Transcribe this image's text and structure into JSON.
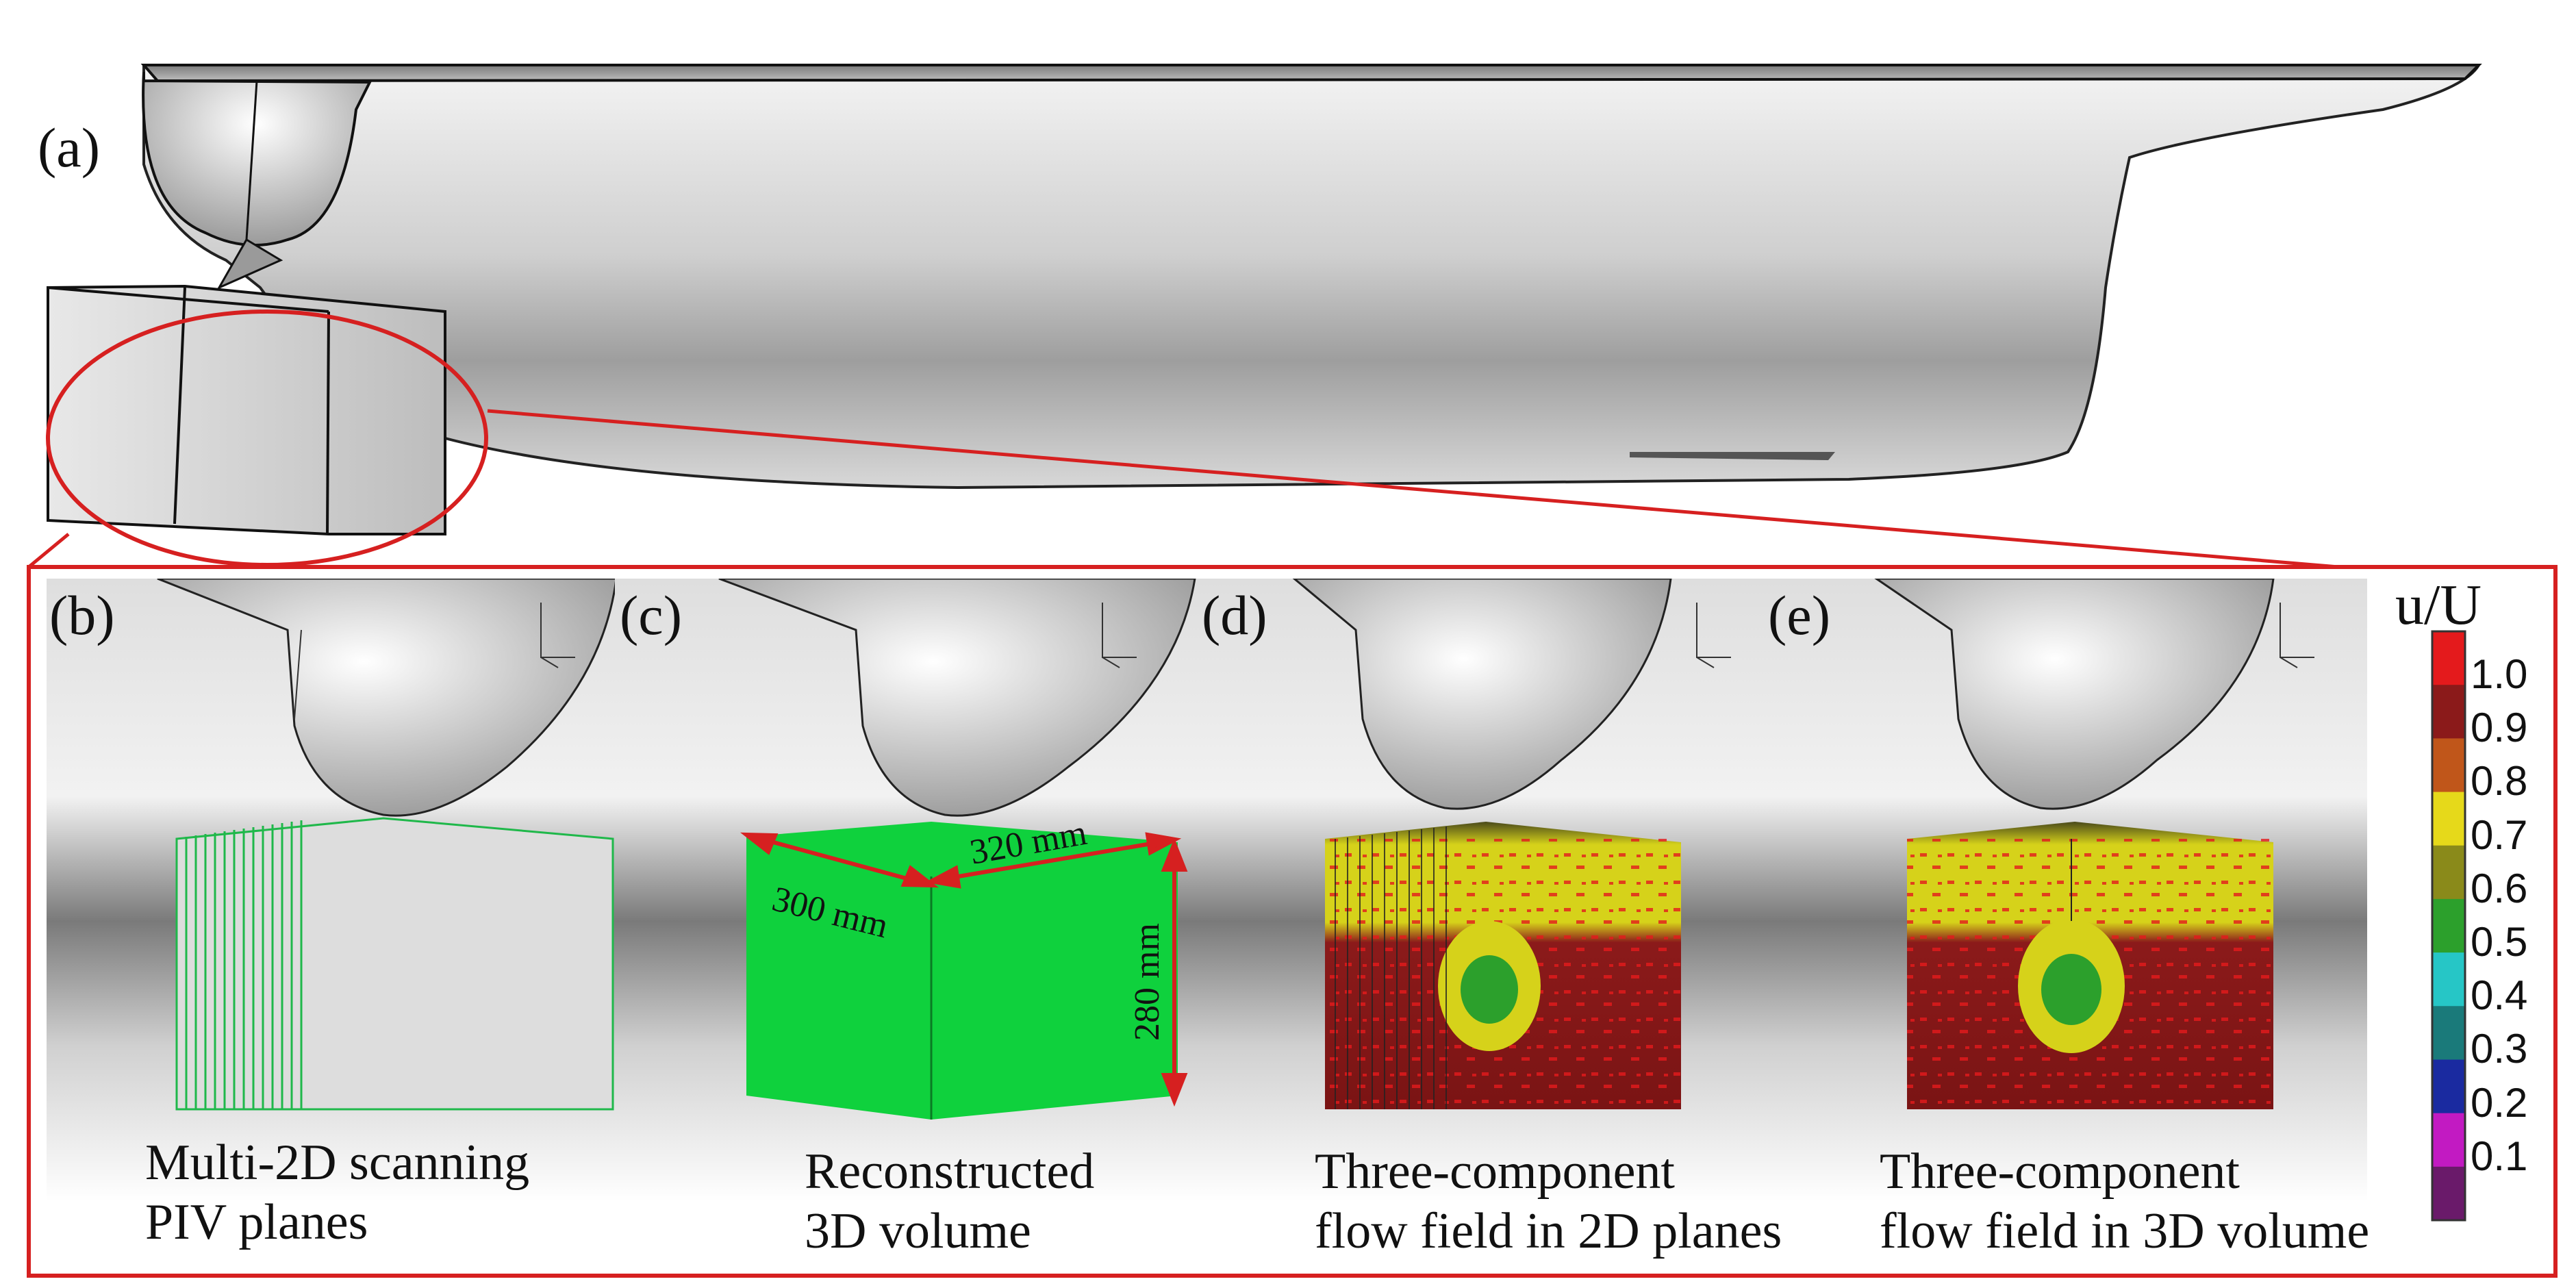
{
  "panels": {
    "a": "(a)",
    "b": "(b)",
    "c": "(c)",
    "d": "(d)",
    "e": "(e)"
  },
  "captions": {
    "b": [
      "Multi-2D scanning",
      "PIV planes"
    ],
    "c": [
      "Reconstructed",
      "3D volume"
    ],
    "d": [
      "Three-component",
      "flow field in 2D planes"
    ],
    "e": [
      "Three-component",
      "flow field in 3D volume"
    ]
  },
  "dimensions": {
    "length": "300 mm",
    "width": "320 mm",
    "height": "280 mm"
  },
  "colorbar": {
    "title": "u/U",
    "ticks": [
      "1.0",
      "0.9",
      "0.8",
      "0.7",
      "0.6",
      "0.5",
      "0.4",
      "0.3",
      "0.2",
      "0.1"
    ],
    "colors": [
      "#e41a1c",
      "#8b1a1a",
      "#c0561a",
      "#e6d91a",
      "#8a8a1a",
      "#2ca02c",
      "#26c6c6",
      "#1a7a7a",
      "#1a2aa0",
      "#c21ac2",
      "#6a1a6a"
    ]
  },
  "colors": {
    "highlight": "#d62020",
    "volume": "#0fd13d",
    "planes": "#1fb84a"
  }
}
